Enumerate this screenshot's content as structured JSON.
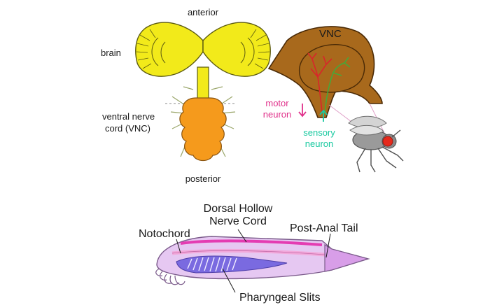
{
  "fly_cns": {
    "anterior_label": "anterior",
    "brain_label": "brain",
    "vnc_label_line1": "ventral nerve",
    "vnc_label_line2": "cord (VNC)",
    "posterior_label": "posterior"
  },
  "vnc_section": {
    "title": "VNC",
    "motor_line1": "motor",
    "motor_line2": "neuron",
    "sensory_line1": "sensory",
    "sensory_line2": "neuron"
  },
  "chordate": {
    "dorsal_line1": "Dorsal Hollow",
    "dorsal_line2": "Nerve Cord",
    "notochord": "Notochord",
    "post_anal_tail": "Post-Anal Tail",
    "pharyngeal_slits": "Pharyngeal Slits"
  },
  "colors": {
    "brain_yellow": "#f2ea1a",
    "vnc_orange": "#f59a1c",
    "section_brown": "#a8691c",
    "motor_magenta": "#e0308a",
    "sensory_teal": "#19c9a0",
    "neuron_red": "#d8262a",
    "neuron_green": "#46a83a",
    "body_lavender": "#e6c8f2",
    "nerve_pink": "#e43cb2",
    "pharynx_blue": "#7a6ae0"
  }
}
